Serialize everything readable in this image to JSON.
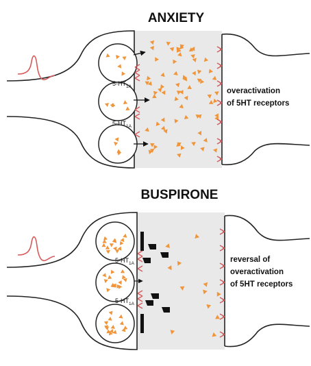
{
  "panels": [
    {
      "title": "ANXIETY",
      "receptor_label": "5-HT",
      "receptor_sub": "1A",
      "description": [
        "overactivation",
        "of 5HT receptors"
      ]
    },
    {
      "title": "BUSPIRONE",
      "receptor_label": "5-HT",
      "receptor_sub": "1A",
      "description": [
        "reversal of",
        "overactivation",
        "of 5HT receptors"
      ]
    }
  ],
  "colors": {
    "serotonin": "#f0953a",
    "receptor": "#d65a5a",
    "action_potential": "#d65a5a",
    "synaptic_cleft": "#e9e9e9",
    "drug": "#111111"
  }
}
